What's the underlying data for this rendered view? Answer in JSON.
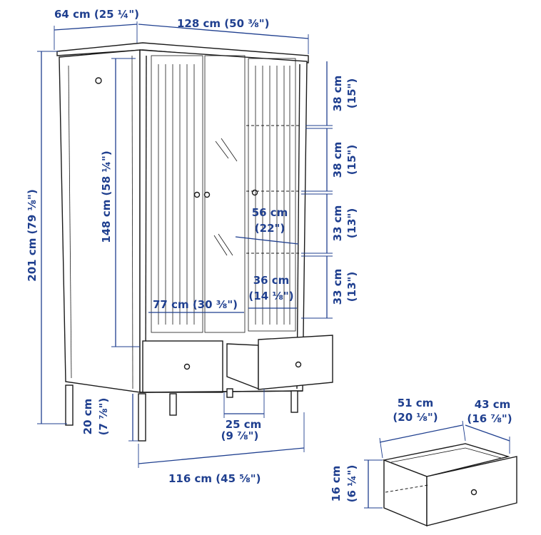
{
  "colors": {
    "dimension": "#1f3f8f",
    "ink": "#1a1a1a",
    "background": "#ffffff"
  },
  "dimensions": {
    "depth": {
      "metric": "64 cm",
      "imperial": "(25 ¼\")"
    },
    "width": {
      "metric": "128 cm",
      "imperial": "(50 ⅜\")"
    },
    "total_height": {
      "metric": "201 cm",
      "imperial": "(79 ⅛\")"
    },
    "inner_height": {
      "metric": "148 cm",
      "imperial": "(58 ¼\")"
    },
    "shelf_gap_1": {
      "metric": "38 cm",
      "imperial": "(15\")"
    },
    "shelf_gap_2": {
      "metric": "38 cm",
      "imperial": "(15\")"
    },
    "shelf_gap_3": {
      "metric": "33 cm",
      "imperial": "(13\")"
    },
    "shelf_gap_4": {
      "metric": "33 cm",
      "imperial": "(13\")"
    },
    "shelf_depth": {
      "metric": "56 cm",
      "imperial": "(22\")"
    },
    "shelf_width": {
      "metric": "36 cm",
      "imperial": "(14 ⅛\")"
    },
    "rail_width": {
      "metric": "77 cm",
      "imperial": "(30 ⅜\")"
    },
    "leg_height": {
      "metric": "20 cm",
      "imperial": "(7 ⅞\")"
    },
    "leg_spacing": {
      "metric": "25 cm",
      "imperial": "(9 ⅞\")"
    },
    "base_width": {
      "metric": "116 cm",
      "imperial": "(45 ⅝\")"
    },
    "drawer_width": {
      "metric": "51 cm",
      "imperial": "(20 ⅛\")"
    },
    "drawer_depth": {
      "metric": "43 cm",
      "imperial": "(16 ⅞\")"
    },
    "drawer_height": {
      "metric": "16 cm",
      "imperial": "(6 ¼\")"
    }
  }
}
